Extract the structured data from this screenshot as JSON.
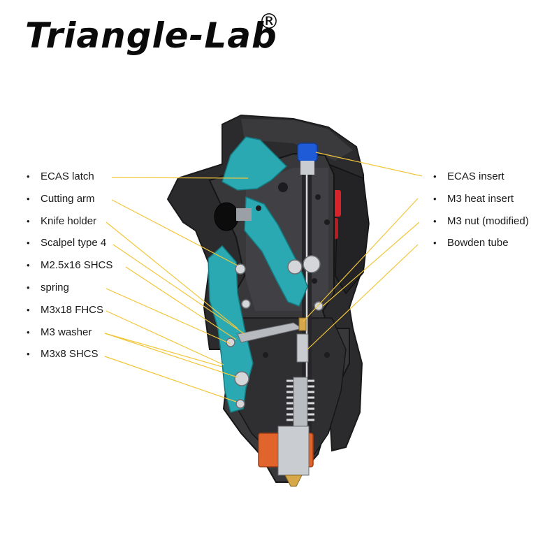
{
  "brand": {
    "name": "Triangle-Lab",
    "mark": "®"
  },
  "callouts_left": [
    "ECAS latch",
    "Cutting arm",
    "Knife holder",
    "Scalpel type 4",
    "M2.5x16 SHCS",
    "spring",
    "M3x18 FHCS",
    "M3 washer",
    "M3x8 SHCS"
  ],
  "callouts_right": [
    "ECAS insert",
    "M3 heat insert",
    "M3 nut (modified)",
    "Bowden tube"
  ],
  "colors": {
    "leader": "#f2c63a",
    "housing": "#2e2e30",
    "housing_light": "#4a4a4d",
    "teal": "#2aa9b3",
    "red": "#d8232a",
    "blue": "#1f5bd6",
    "brass": "#d6a84a",
    "orange": "#e0642c",
    "steel": "#c9ccd0"
  }
}
